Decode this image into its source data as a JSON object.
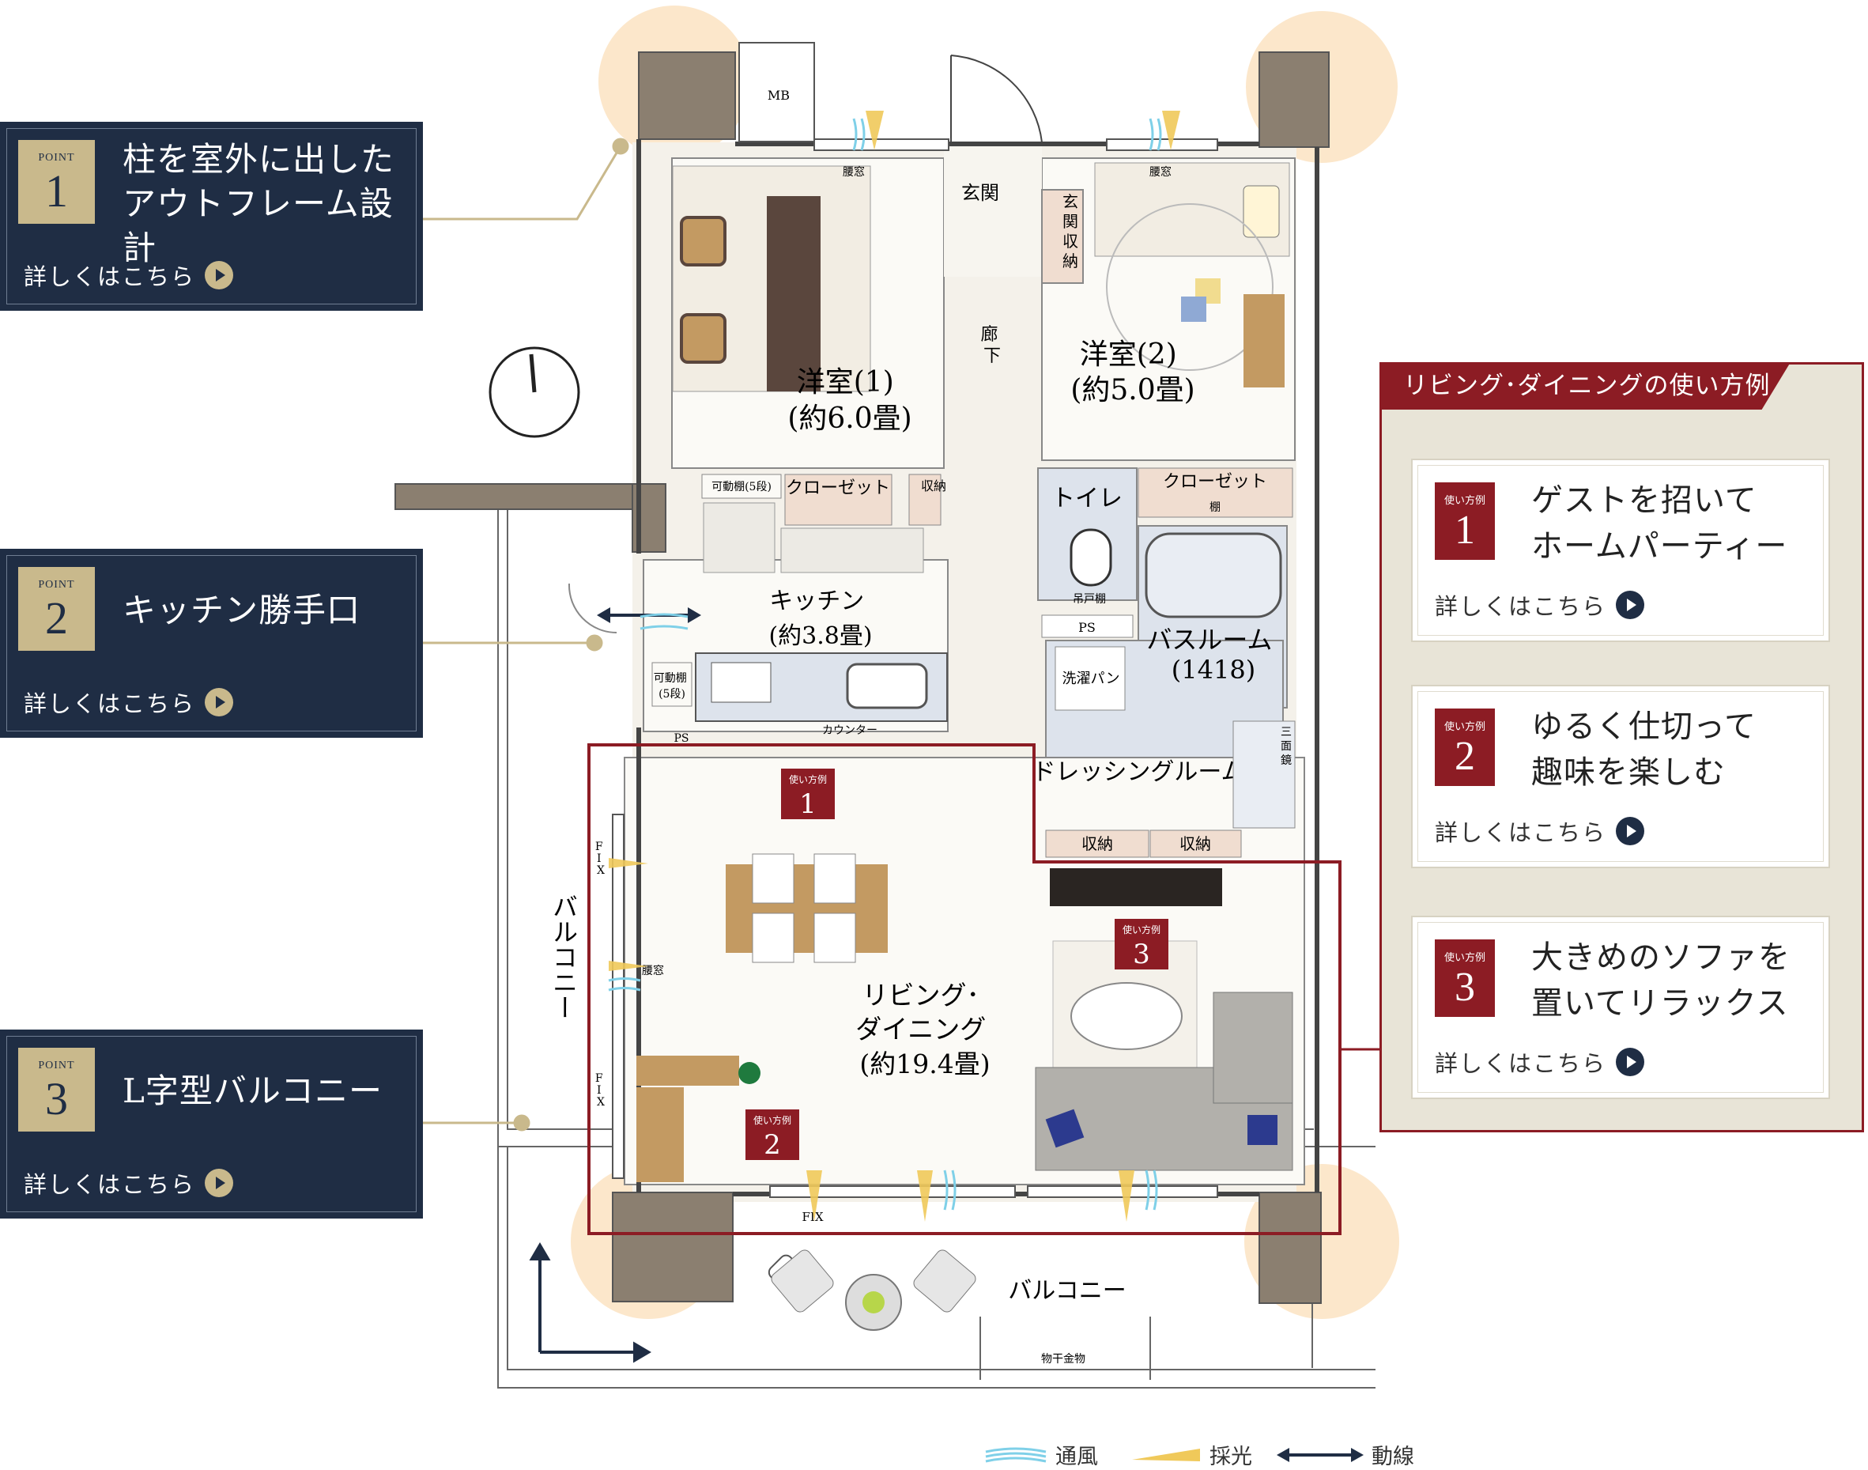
{
  "points": [
    {
      "label": "POINT",
      "number": "1",
      "title": "柱を室外に出した\nアウトフレーム設計",
      "more": "詳しくはこちら"
    },
    {
      "label": "POINT",
      "number": "2",
      "title": "キッチン勝手口",
      "more": "詳しくはこちら"
    },
    {
      "label": "POINT",
      "number": "3",
      "title": "L字型バルコニー",
      "more": "詳しくはこちら"
    }
  ],
  "usage": {
    "heading": "リビング･ダイニングの使い方例",
    "cards": [
      {
        "label": "使い方例",
        "number": "1",
        "title": "ゲストを招いて\nホームパーティー",
        "more": "詳しくはこちら"
      },
      {
        "label": "使い方例",
        "number": "2",
        "title": "ゆるく仕切って\n趣味を楽しむ",
        "more": "詳しくはこちら"
      },
      {
        "label": "使い方例",
        "number": "3",
        "title": "大きめのソファを\n置いてリラックス",
        "more": "詳しくはこちら"
      }
    ]
  },
  "floorplan": {
    "mb": "MB",
    "koshimado": "腰窓",
    "genkan": "玄関",
    "genkan_shuno": [
      "玄",
      "関",
      "収",
      "納"
    ],
    "roka": [
      "廊",
      "下"
    ],
    "yoshitsu1": [
      "洋室(1)",
      "(約6.0畳)"
    ],
    "yoshitsu2": [
      "洋室(2)",
      "(約5.0畳)"
    ],
    "kadoudana5": "可動棚(5段)",
    "closet": "クローゼット",
    "shuno": "収納",
    "tana": "棚",
    "toilet": "トイレ",
    "tsuridana": "吊戸棚",
    "ps": "PS",
    "kitchen": [
      "キッチン",
      "(約3.8畳)"
    ],
    "kadoudana": [
      "可動棚",
      "(5段)"
    ],
    "counter": "カウンター",
    "bathroom": [
      "バスルーム",
      "(1418)"
    ],
    "sentakupan": "洗濯パン",
    "dressing": "ドレッシングルーム",
    "sanmenkyo": [
      "三",
      "面",
      "鏡"
    ],
    "fix": "FIX",
    "fix_v": [
      "F",
      "I",
      "X"
    ],
    "balcony_v": "バルコニー",
    "balcony": "バルコニー",
    "living": [
      "リビング･",
      "ダイニング",
      "(約19.4畳)"
    ],
    "usage_label": "使い方例",
    "monohoshi": "物干金物"
  },
  "legend": {
    "wind": "通風",
    "light": "採光",
    "flow": "動線"
  },
  "colors": {
    "navy": "#1f2d44",
    "gold": "#c9b98c",
    "red": "#8c1c24",
    "wall": "#8b7f70",
    "floor": "#f7f5ef",
    "halo": "#fbe3c2"
  }
}
